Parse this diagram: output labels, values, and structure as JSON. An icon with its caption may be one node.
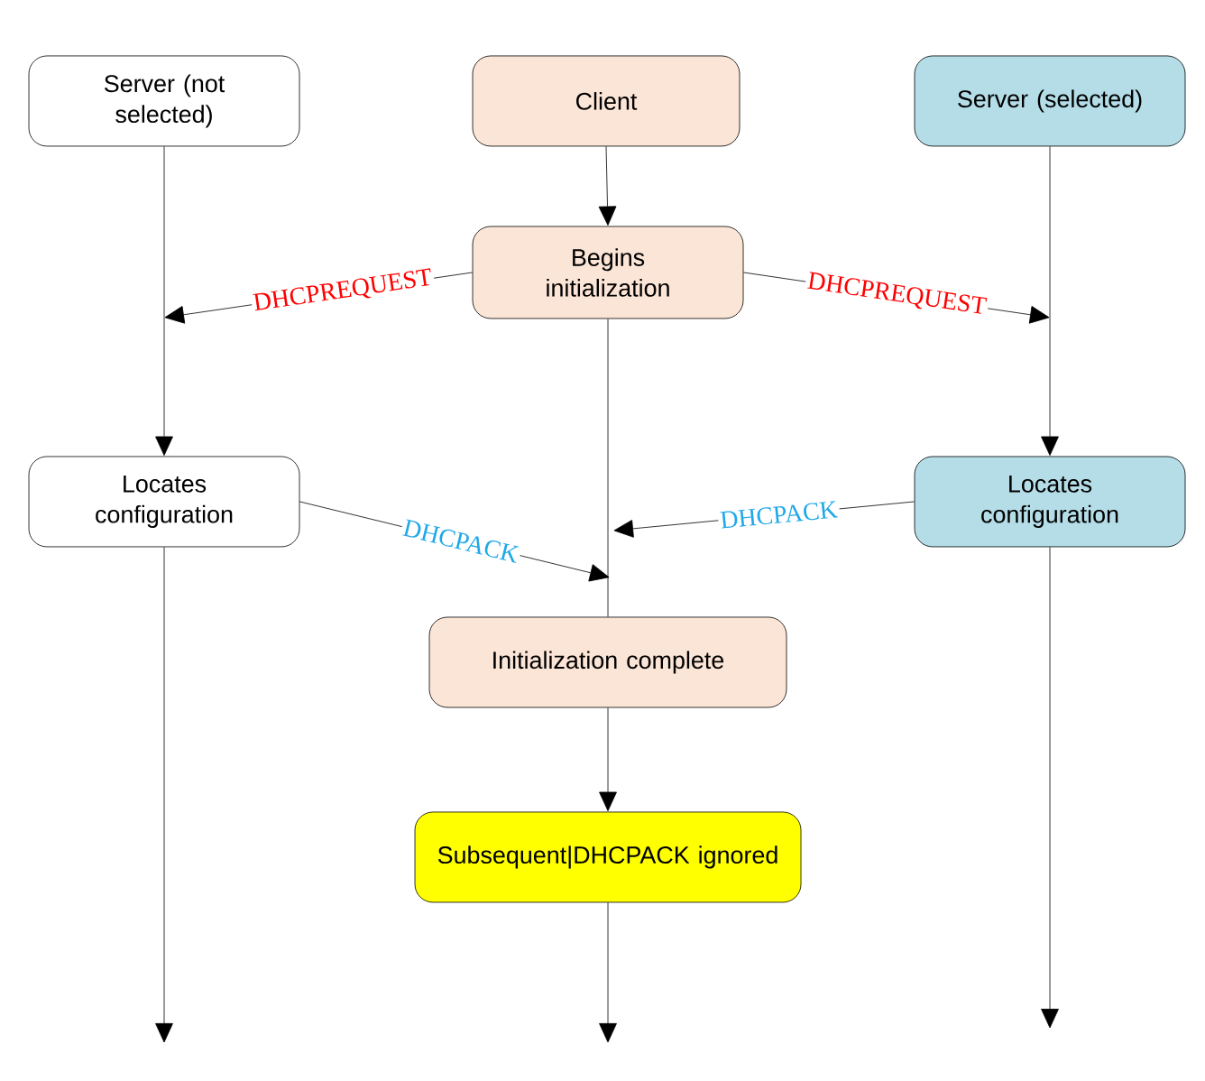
{
  "diagram": {
    "nodes": [
      {
        "text": [
          "Server (not selected)"
        ]
      },
      {
        "text": [
          "Client"
        ]
      },
      {
        "text": [
          "Server (selected)"
        ]
      },
      {
        "text": [
          "Begins initialization"
        ]
      },
      {
        "text": [
          "Locates configuration"
        ]
      },
      {
        "text": [
          "Locates configuration"
        ]
      },
      {
        "text": [
          "Initialization complete"
        ]
      },
      {
        "text": [
          "Subsequent|DHCPACK ignored"
        ]
      }
    ],
    "edges": [
      {
        "from": 0,
        "to": 4,
        "arrow": "to"
      },
      {
        "from": 1,
        "to": 3,
        "arrow": "to"
      },
      {
        "from": 2,
        "to": 5,
        "arrow": "to"
      },
      {
        "from": 3,
        "to": null,
        "arrow": "to",
        "label": "DHCPREQUEST"
      },
      {
        "from": 3,
        "to": null,
        "arrow": "to",
        "label": "DHCPREQUEST"
      },
      {
        "from": 4,
        "to": null,
        "arrow": "to",
        "label": "DHCPACK"
      },
      {
        "from": 5,
        "to": null,
        "arrow": "to",
        "label": "DHCPACK"
      },
      {
        "from": 3,
        "to": 6,
        "arrow": "none"
      },
      {
        "from": 6,
        "to": 7,
        "arrow": "to"
      },
      {
        "from": 4,
        "to": null,
        "arrow": "to"
      },
      {
        "from": 7,
        "to": null,
        "arrow": "to"
      },
      {
        "from": 5,
        "to": null,
        "arrow": "to"
      }
    ]
  }
}
